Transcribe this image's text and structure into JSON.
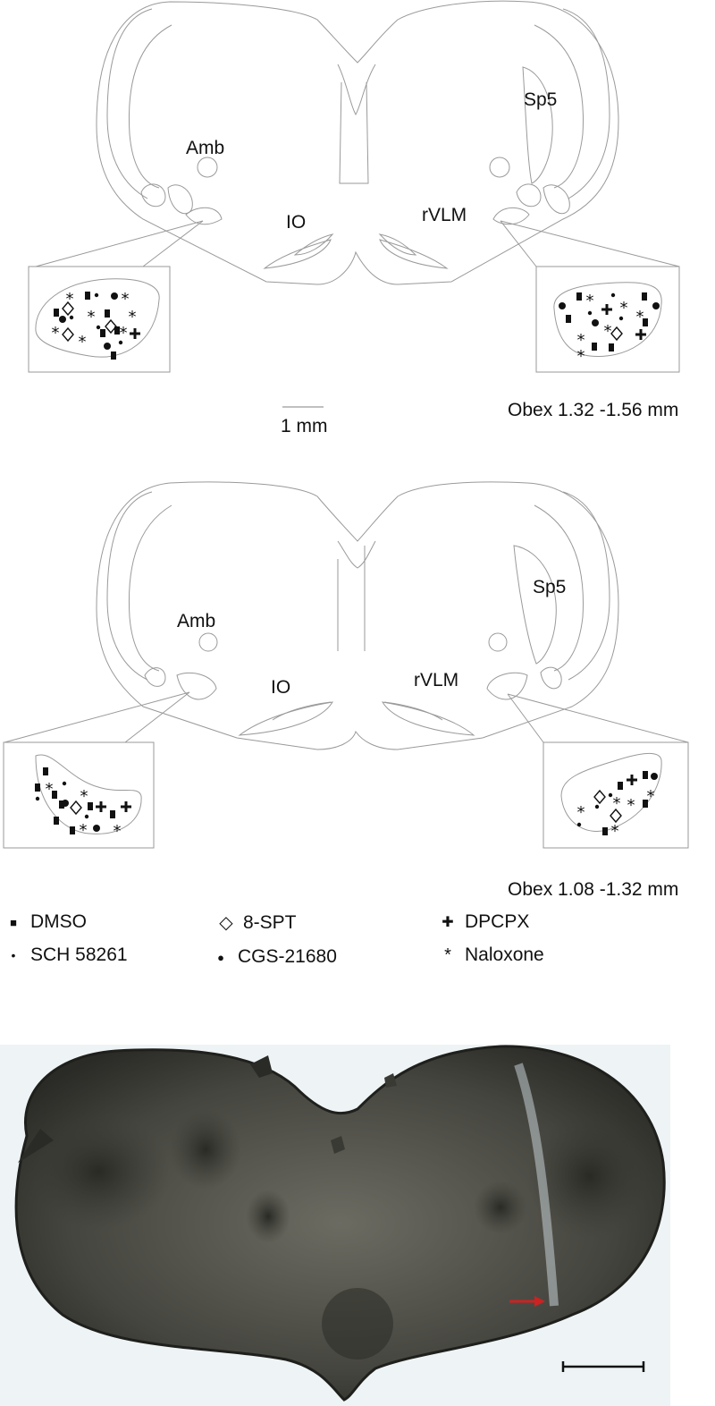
{
  "top_section": {
    "labels": {
      "sp5": "Sp5",
      "amb": "Amb",
      "io": "IO",
      "rvlm": "rVLM"
    },
    "scale_label": "1 mm",
    "obex_label": "Obex 1.32 -1.56 mm"
  },
  "middle_section": {
    "labels": {
      "sp5": "Sp5",
      "amb": "Amb",
      "io": "IO",
      "rvlm": "rVLM"
    },
    "obex_label": "Obex 1.08 -1.32 mm"
  },
  "legend": [
    {
      "symbol": "■",
      "label": "DMSO",
      "icon": "square-marker-icon"
    },
    {
      "symbol": "◇",
      "label": "8-SPT",
      "icon": "diamond-marker-icon"
    },
    {
      "symbol": "✚",
      "label": "DPCPX",
      "icon": "plus-marker-icon"
    },
    {
      "symbol": "•",
      "label": "SCH 58261",
      "icon": "small-dot-marker-icon"
    },
    {
      "symbol": "●",
      "label": "CGS-21680",
      "icon": "large-dot-marker-icon"
    },
    {
      "symbol": "*",
      "label": "Naloxone",
      "icon": "asterisk-marker-icon"
    }
  ],
  "colors": {
    "outline": "#9a9a9a",
    "marker": "#111111",
    "arrow": "#cc2222",
    "micrograph_bg": "#eef4f6"
  }
}
